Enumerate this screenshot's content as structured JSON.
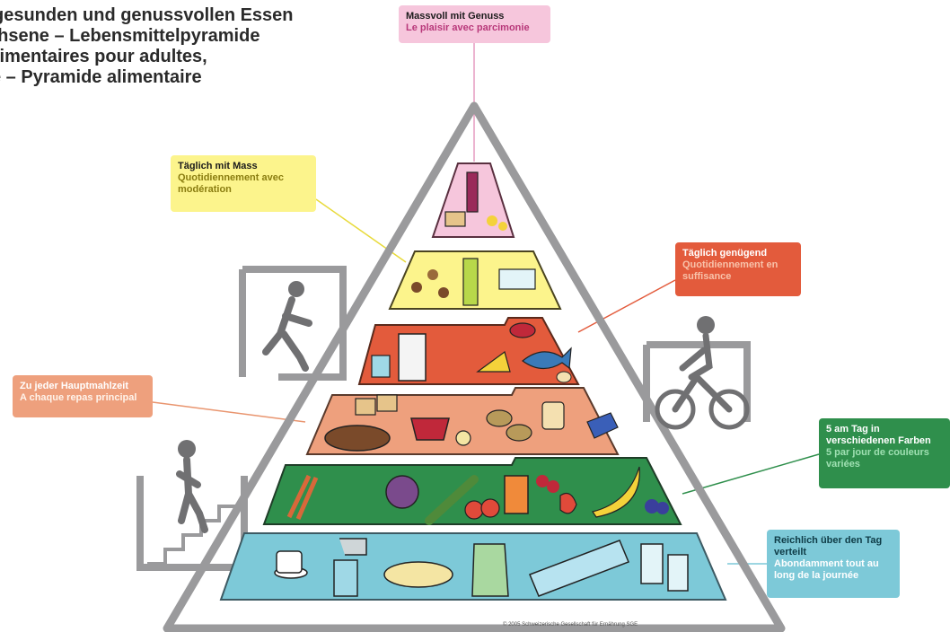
{
  "title": {
    "line1": "gesunden und genussvollen Essen",
    "line2": "chsene – Lebensmittelpyramide",
    "line3": "limentaires pour adultes,",
    "line4": "é – Pyramide alimentaire"
  },
  "tiers": {
    "sweets": {
      "de": "Massvoll mit Genuss",
      "fr": "Le plaisir avec parcimonie",
      "color": "#f6c6dc"
    },
    "oil": {
      "de": "Täglich mit Mass",
      "fr": "Quotidiennement avec modération",
      "color": "#fcf48c"
    },
    "protein": {
      "de": "Täglich genügend",
      "fr": "Quotidiennement en suffisance",
      "color": "#e35b3c"
    },
    "starch": {
      "de": "Zu jeder Hauptmahlzeit",
      "fr": "A chaque repas principal",
      "color": "#eea07d"
    },
    "veg": {
      "de": "5 am Tag in verschiedenen Farben",
      "fr": "5 par jour de couleurs variées",
      "color": "#2f8f4c"
    },
    "water": {
      "de": "Reichlich über den Tag verteilt",
      "fr": "Abondamment tout au long de la journée",
      "color": "#7dc9d8"
    }
  },
  "copyright": "© 2005 Schweizerische Gesellschaft für Ernährung SGE",
  "icons": [
    "running-person-icon",
    "cyclist-icon",
    "stairs-climber-icon"
  ]
}
